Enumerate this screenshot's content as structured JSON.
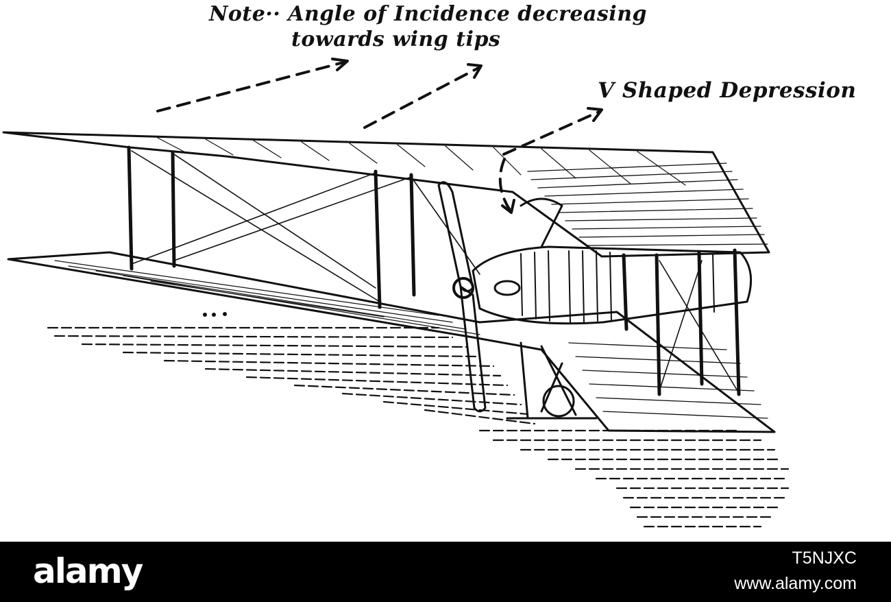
{
  "annotations": {
    "note_line1": "Note·· Angle of Incidence decreasing",
    "note_line2": "towards wing tips",
    "v_shaped": "V Shaped Depression"
  },
  "watermark": {
    "brand": "alamy",
    "image_id": "T5NJXC",
    "url": "www.alamy.com"
  },
  "colors": {
    "ink": "#111111",
    "paper": "#ffffff",
    "footer": "#000000"
  }
}
